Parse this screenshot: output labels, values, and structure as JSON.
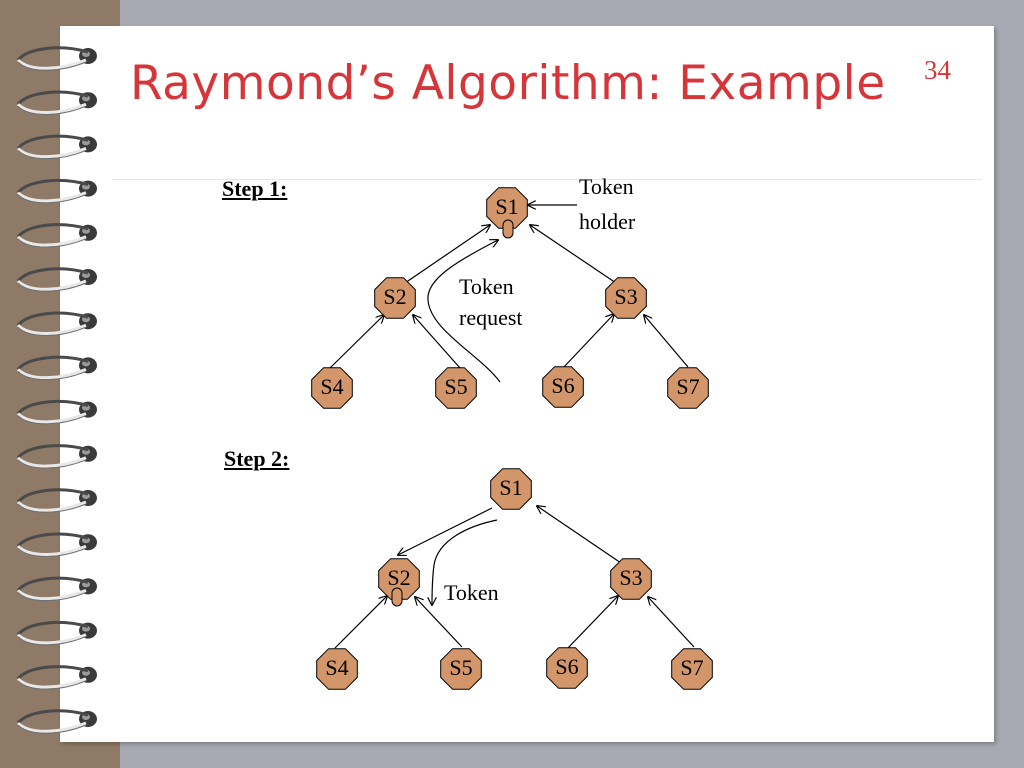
{
  "slide": {
    "title": "Raymond’s Algorithm: Example",
    "slide_number": "34"
  },
  "step1": {
    "label": "Step 1:",
    "nodes": [
      "S1",
      "S2",
      "S3",
      "S4",
      "S5",
      "S6",
      "S7"
    ],
    "annotation_holder_line1": "Token",
    "annotation_holder_line2": "holder",
    "annotation_request_line1": "Token",
    "annotation_request_line2": "request"
  },
  "step2": {
    "label": "Step 2:",
    "nodes": [
      "S1",
      "S2",
      "S3",
      "S4",
      "S5",
      "S6",
      "S7"
    ],
    "annotation_token": "Token"
  },
  "colors": {
    "title": "#d6363a",
    "node_fill": "#d3956a",
    "page": "#ffffff",
    "binding_stripe": "#8e7a66",
    "background": "#a9a9b3"
  },
  "icons": [
    "spiral-binding-icon",
    "token-icon"
  ]
}
